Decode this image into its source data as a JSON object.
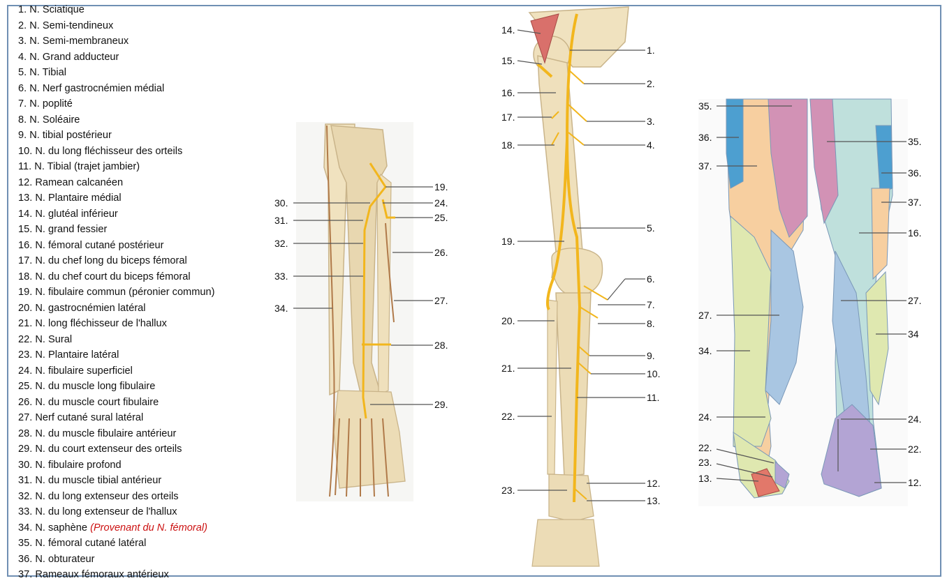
{
  "legend": [
    {
      "num": "1.",
      "name": "N. Sciatique"
    },
    {
      "num": "2.",
      "name": "N. Semi-tendineux"
    },
    {
      "num": "3.",
      "name": "N. Semi-membraneux"
    },
    {
      "num": "4.",
      "name": "N. Grand adducteur"
    },
    {
      "num": "5.",
      "name": "N. Tibial"
    },
    {
      "num": "6.",
      "name": "N. Nerf gastrocnémien médial"
    },
    {
      "num": "7.",
      "name": "N. poplité"
    },
    {
      "num": "8.",
      "name": "N. Soléaire"
    },
    {
      "num": "9.",
      "name": "N. tibial postérieur"
    },
    {
      "num": "10.",
      "name": "N. du long fléchisseur des orteils"
    },
    {
      "num": "11.",
      "name": "N. Tibial (trajet jambier)"
    },
    {
      "num": "12.",
      "name": "Ramean calcanéen"
    },
    {
      "num": "13.",
      "name": "N. Plantaire médial"
    },
    {
      "num": "14.",
      "name": "N. glutéal inférieur"
    },
    {
      "num": "15.",
      "name": "N. grand fessier"
    },
    {
      "num": "16.",
      "name": "N. fémoral cutané postérieur"
    },
    {
      "num": "17.",
      "name": "N. du chef long du biceps fémoral"
    },
    {
      "num": "18.",
      "name": "N. du chef court du biceps fémoral"
    },
    {
      "num": "19.",
      "name": "N. fibulaire commun (péronier commun)"
    },
    {
      "num": "20.",
      "name": "N. gastrocnémien latéral"
    },
    {
      "num": "21.",
      "name": "N. long fléchisseur de l'hallux"
    },
    {
      "num": "22.",
      "name": "N. Sural"
    },
    {
      "num": "23.",
      "name": "N. Plantaire latéral"
    },
    {
      "num": "24.",
      "name": "N. fibulaire superficiel"
    },
    {
      "num": "25.",
      "name": "N. du muscle long fibulaire"
    },
    {
      "num": "26.",
      "name": "N. du muscle court fibulaire"
    },
    {
      "num": "27.",
      "name": "Nerf cutané sural latéral"
    },
    {
      "num": "28.",
      "name": "N. du muscle fibulaire antérieur"
    },
    {
      "num": "29.",
      "name": "N. du court extenseur des orteils"
    },
    {
      "num": "30.",
      "name": "N. fibulaire profond"
    },
    {
      "num": "31.",
      "name": "N. du muscle tibial antérieur"
    },
    {
      "num": "32.",
      "name": "N. du long extenseur des orteils"
    },
    {
      "num": "33.",
      "name": "N. du long extenseur de l'hallux"
    },
    {
      "num": "34.",
      "name": "N. saphène",
      "note": "(Provenant du N. fémoral)"
    },
    {
      "num": "35.",
      "name": "N. fémoral cutané latéral"
    },
    {
      "num": "36.",
      "name": "N. obturateur"
    },
    {
      "num": "37.",
      "name": "Rameaux fémoraux antérieux"
    }
  ],
  "figures": {
    "anterior_leg": {
      "labels": [
        "19.",
        "24.",
        "25.",
        "26.",
        "27.",
        "28.",
        "29.",
        "30.",
        "31.",
        "32.",
        "33.",
        "34."
      ]
    },
    "posterior_limb": {
      "labels": [
        "1.",
        "2.",
        "3.",
        "4.",
        "5.",
        "6.",
        "7.",
        "8.",
        "9.",
        "10.",
        "11.",
        "12.",
        "13.",
        "14.",
        "15.",
        "16.",
        "17.",
        "18.",
        "19.",
        "20.",
        "21.",
        "22.",
        "23."
      ]
    },
    "dermatomes": {
      "labels": [
        "35.",
        "36.",
        "37.",
        "27.",
        "34.",
        "24.",
        "22.",
        "23.",
        "13.",
        "35.",
        "36.",
        "37.",
        "16.",
        "27.",
        "34",
        "24.",
        "22.",
        "12."
      ]
    }
  },
  "colors": {
    "nerve": "#f2b61d",
    "bone": "#f0e2bf",
    "bone_edge": "#c9b48a",
    "cutaneous": "#b07a4a",
    "frame": "#6f8fb3",
    "note": "#cc1111"
  }
}
